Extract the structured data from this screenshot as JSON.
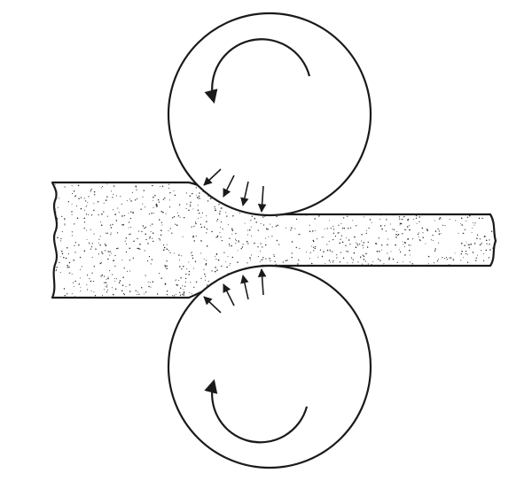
{
  "diagram": {
    "kind": "rolling-process",
    "rolls": [
      {
        "id": "upper-roll",
        "rotation": "counterclockwise"
      },
      {
        "id": "lower-roll",
        "rotation": "clockwise"
      }
    ],
    "workpiece": {
      "texture": "stippled",
      "ends": "wavy-break"
    },
    "pressure_arrows": {
      "upper": 4,
      "lower": 4
    },
    "colors": {
      "line": "#1a1a1a",
      "fill": "#ffffff",
      "stipple": "#2a2a2a"
    }
  }
}
